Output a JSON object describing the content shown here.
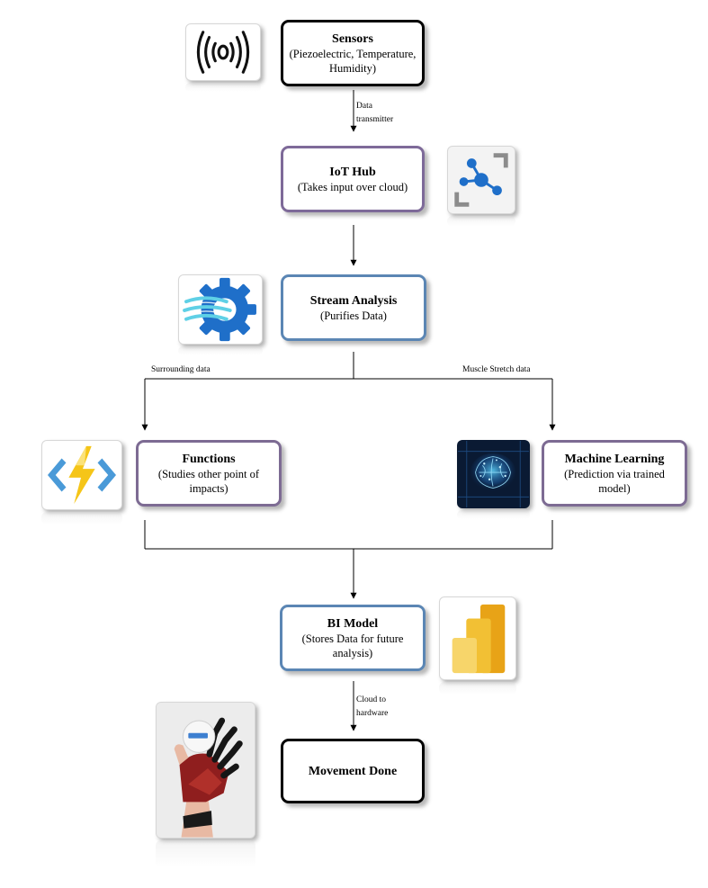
{
  "nodes": {
    "sensors": {
      "title": "Sensors",
      "subtitle": "(Piezoelectric, Temperature, Humidity)"
    },
    "iot_hub": {
      "title": "IoT Hub",
      "subtitle": "(Takes input over cloud)"
    },
    "stream_analysis": {
      "title": "Stream Analysis",
      "subtitle": "(Purifies Data)"
    },
    "functions": {
      "title": "Functions",
      "subtitle": "(Studies other point of impacts)"
    },
    "machine_learning": {
      "title": "Machine Learning",
      "subtitle": "(Prediction via trained model)"
    },
    "bi_model": {
      "title": "BI Model",
      "subtitle": "(Stores Data for future analysis)"
    },
    "movement_done": {
      "title": "Movement Done"
    }
  },
  "edge_labels": {
    "data_transmitter": "Data transmitter",
    "surrounding_data": "Surrounding data",
    "muscle_stretch_data": "Muscle Stretch data",
    "cloud_to_hardware": "Cloud to hardware"
  },
  "icons": {
    "sensor": "signal-waves-icon",
    "iot_hub": "iot-hub-icon",
    "stream_analytics": "stream-analytics-gear-icon",
    "functions": "azure-functions-bolt-icon",
    "machine_learning": "ai-brain-icon",
    "power_bi": "power-bi-icon",
    "robotic_hand": "robotic-glove-hand-icon"
  },
  "colors": {
    "border_black": "#000000",
    "border_purple": "#7e6a99",
    "border_blue": "#5b86b4",
    "azure_blue": "#1f6fc9",
    "bolt_yellow": "#f5c518",
    "powerbi_gold": "#e8a317"
  }
}
